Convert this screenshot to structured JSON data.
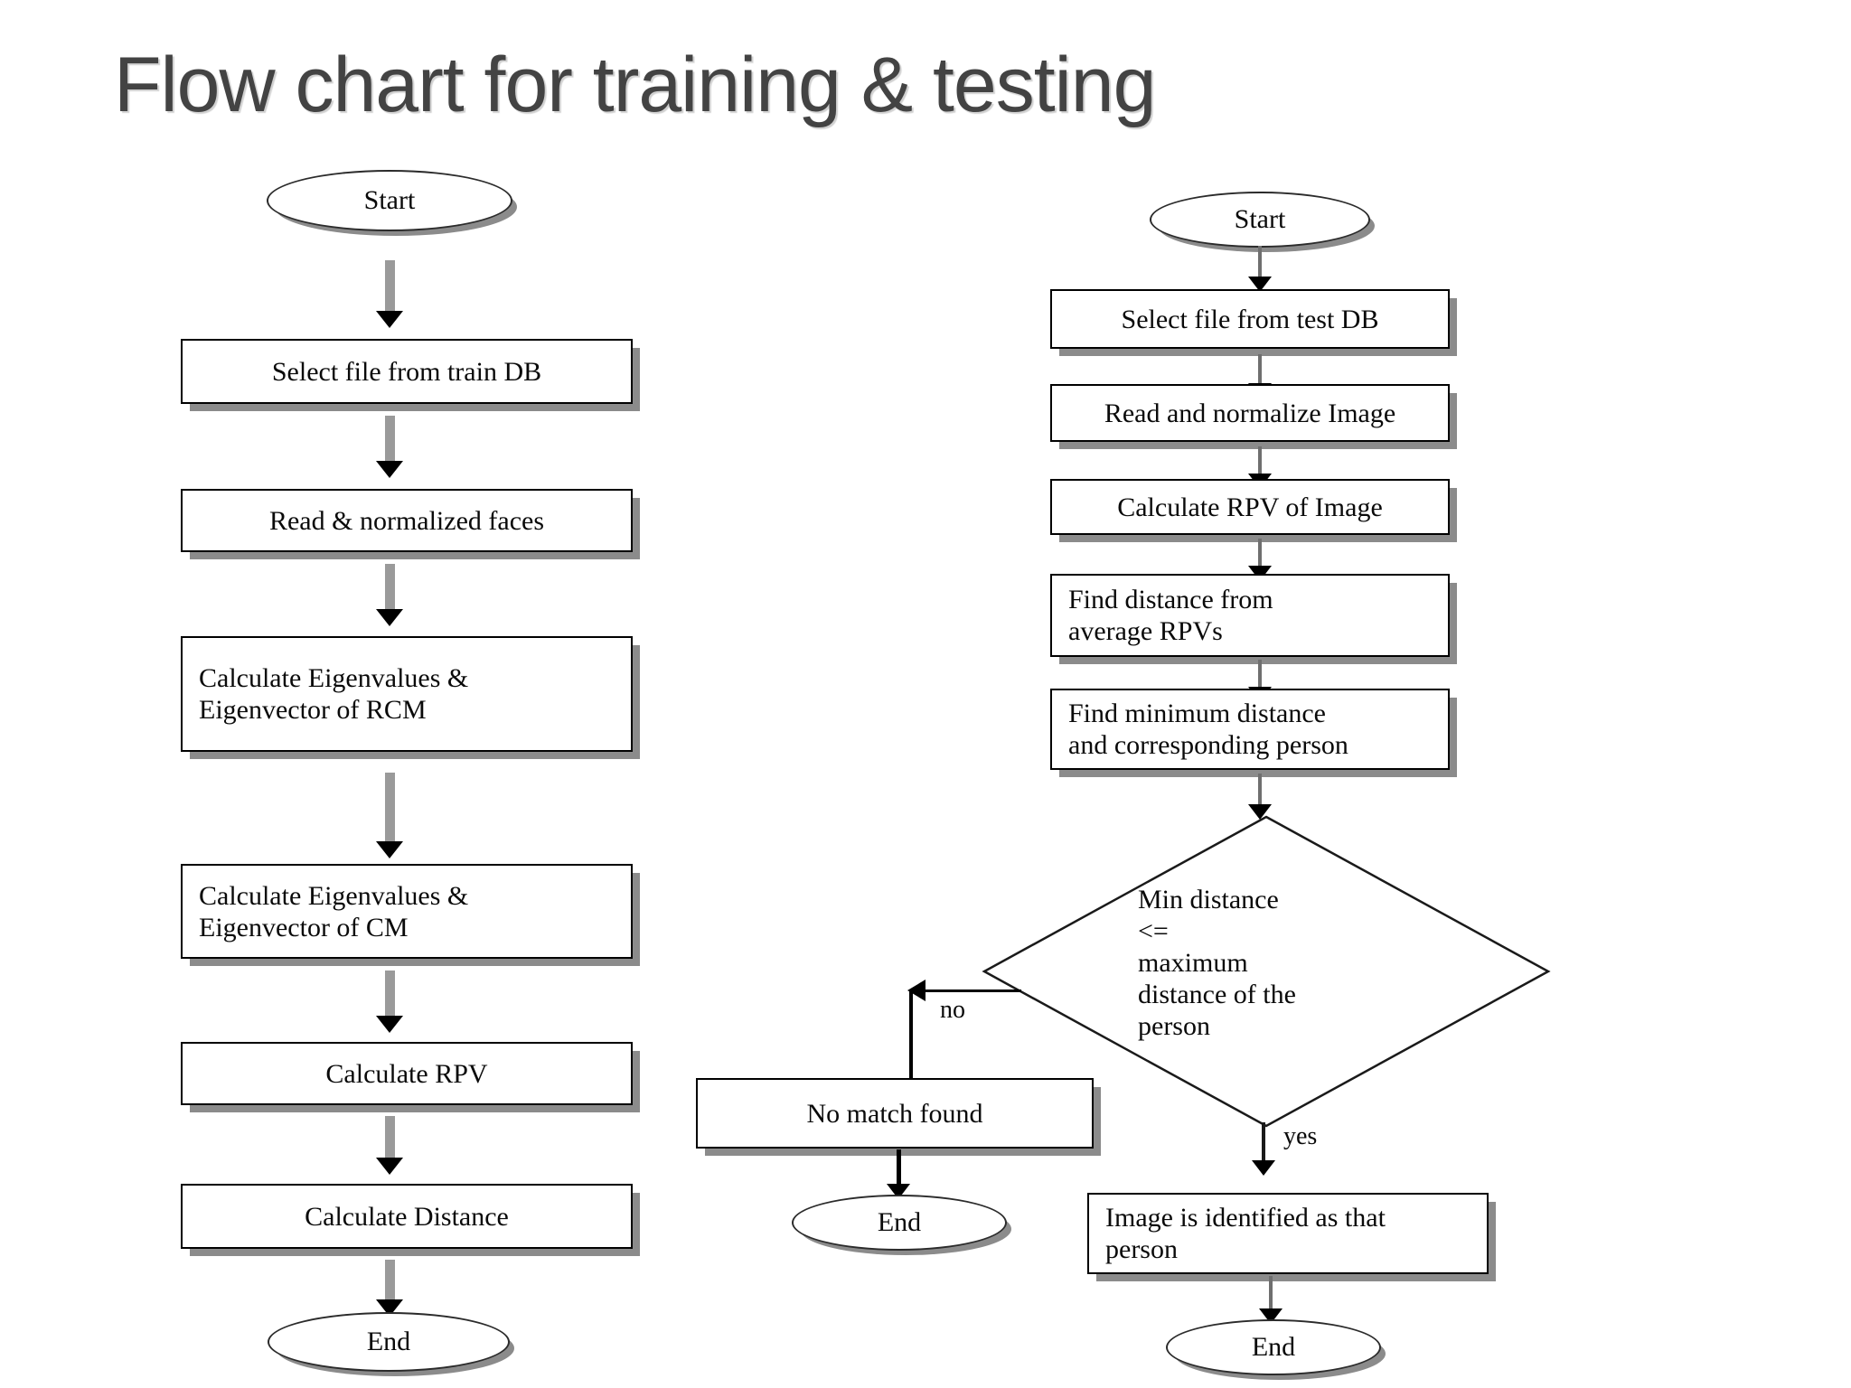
{
  "page": {
    "title": "Flow chart for training & testing",
    "background_color": "#ffffff",
    "title_color": "#434343",
    "node_border_color": "#000000",
    "node_fill_color": "#ffffff",
    "shadow_color": "#8b8b8b",
    "arrow_shaft_color": "#9a9a9a",
    "arrow_head_color": "#000000"
  },
  "diagram": {
    "type": "flowchart",
    "title": "Flow chart for training & testing",
    "columns": [
      {
        "name": "training",
        "nodes": [
          {
            "id": "l1",
            "shape": "ellipse",
            "label": "Start"
          },
          {
            "id": "l2",
            "shape": "process",
            "label": "Select file from train DB"
          },
          {
            "id": "l3",
            "shape": "process",
            "label": "Read & normalized faces"
          },
          {
            "id": "l4",
            "shape": "process",
            "label": "Calculate Eigenvalues &\nEigenvector of RCM"
          },
          {
            "id": "l5",
            "shape": "process",
            "label": "Calculate Eigenvalues &\nEigenvector of CM"
          },
          {
            "id": "l6",
            "shape": "process",
            "label": "Calculate RPV"
          },
          {
            "id": "l7",
            "shape": "process",
            "label": "Calculate Distance"
          },
          {
            "id": "l8",
            "shape": "ellipse",
            "label": "End"
          }
        ],
        "edges": [
          {
            "from": "l1",
            "to": "l2",
            "label": ""
          },
          {
            "from": "l2",
            "to": "l3",
            "label": ""
          },
          {
            "from": "l3",
            "to": "l4",
            "label": ""
          },
          {
            "from": "l4",
            "to": "l5",
            "label": ""
          },
          {
            "from": "l5",
            "to": "l6",
            "label": ""
          },
          {
            "from": "l6",
            "to": "l7",
            "label": ""
          },
          {
            "from": "l7",
            "to": "l8",
            "label": ""
          }
        ]
      },
      {
        "name": "testing",
        "nodes": [
          {
            "id": "r1",
            "shape": "ellipse",
            "label": "Start"
          },
          {
            "id": "r2",
            "shape": "process",
            "label": "Select file from test DB"
          },
          {
            "id": "r3",
            "shape": "process",
            "label": "Read and normalize Image"
          },
          {
            "id": "r4",
            "shape": "process",
            "label": "Calculate RPV of Image"
          },
          {
            "id": "r5",
            "shape": "process",
            "label": "Find distance from\naverage RPVs"
          },
          {
            "id": "r6",
            "shape": "process",
            "label": "Find minimum distance\nand corresponding person"
          },
          {
            "id": "r7",
            "shape": "decision",
            "label": "Min  distance\n  <=\nmaximum\ndistance of the\nperson"
          },
          {
            "id": "r8",
            "shape": "process",
            "label": "No match found"
          },
          {
            "id": "r9",
            "shape": "ellipse",
            "label": "End"
          },
          {
            "id": "r10",
            "shape": "process",
            "label": "Image is identified as that\nperson"
          },
          {
            "id": "r11",
            "shape": "ellipse",
            "label": "End"
          }
        ],
        "edges": [
          {
            "from": "r1",
            "to": "r2",
            "label": ""
          },
          {
            "from": "r2",
            "to": "r3",
            "label": ""
          },
          {
            "from": "r3",
            "to": "r4",
            "label": ""
          },
          {
            "from": "r4",
            "to": "r5",
            "label": ""
          },
          {
            "from": "r5",
            "to": "r6",
            "label": ""
          },
          {
            "from": "r6",
            "to": "r7",
            "label": ""
          },
          {
            "from": "r7",
            "to": "r8",
            "label": "no"
          },
          {
            "from": "r8",
            "to": "r9",
            "label": ""
          },
          {
            "from": "r7",
            "to": "r10",
            "label": "yes"
          },
          {
            "from": "r10",
            "to": "r11",
            "label": ""
          }
        ]
      }
    ],
    "edge_labels": {
      "no": "no",
      "yes": "yes"
    }
  }
}
